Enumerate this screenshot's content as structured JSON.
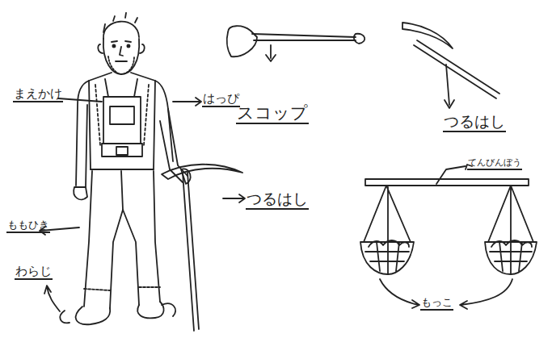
{
  "diagram": {
    "labels": [
      "まえかけ",
      "はっぴ",
      "スコップ",
      "つるはし",
      "てんびんぼう",
      "つるはし",
      "ももひき",
      "わらじ",
      "もっこ"
    ]
  }
}
